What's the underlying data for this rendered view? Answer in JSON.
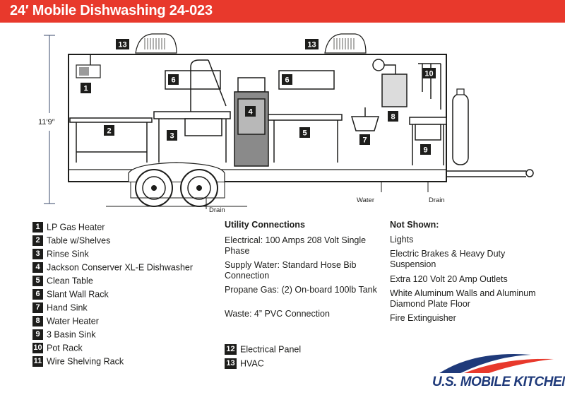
{
  "header": {
    "title": "24′ Mobile Dishwashing 24-023"
  },
  "dimension": {
    "height": "11′9″"
  },
  "labels": {
    "water": "Water",
    "drain_left": "Drain",
    "drain_right": "Drain"
  },
  "callouts": [
    "1",
    "2",
    "3",
    "4",
    "5",
    "6",
    "6",
    "7",
    "8",
    "9",
    "10",
    "13",
    "13"
  ],
  "legend_left": [
    {
      "num": "1",
      "label": "LP Gas Heater"
    },
    {
      "num": "2",
      "label": "Table w/Shelves"
    },
    {
      "num": "3",
      "label": "Rinse Sink"
    },
    {
      "num": "4",
      "label": "Jackson Conserver XL-E Dishwasher"
    },
    {
      "num": "5",
      "label": "Clean Table"
    },
    {
      "num": "6",
      "label": "Slant Wall Rack"
    },
    {
      "num": "7",
      "label": "Hand Sink"
    },
    {
      "num": "8",
      "label": "Water Heater"
    },
    {
      "num": "9",
      "label": "3 Basin Sink"
    },
    {
      "num": "10",
      "label": "Pot Rack"
    },
    {
      "num": "11",
      "label": "Wire Shelving Rack"
    }
  ],
  "utility": {
    "heading": "Utility Connections",
    "items": [
      "Electrical: 100 Amps 208 Volt Single Phase",
      "Supply Water: Standard Hose Bib Connection",
      "Propane Gas: (2) On-board 100lb Tank",
      "Waste: 4” PVC Connection"
    ]
  },
  "legend_mid": [
    {
      "num": "12",
      "label": "Electrical Panel"
    },
    {
      "num": "13",
      "label": "HVAC"
    }
  ],
  "not_shown": {
    "heading": "Not Shown:",
    "items": [
      "Lights",
      "Electric Brakes & Heavy Duty Suspension",
      "Extra 120 Volt 20 Amp Outlets",
      "White Aluminum Walls and Aluminum Diamond Plate Floor",
      "Fire Extinguisher"
    ]
  },
  "logo": {
    "text": "U.S. MOBILE KITCHENS"
  },
  "colors": {
    "header": "#e8392c",
    "badge": "#1d1d1b",
    "logo_blue": "#1f3a7a",
    "logo_red": "#e8392c"
  }
}
